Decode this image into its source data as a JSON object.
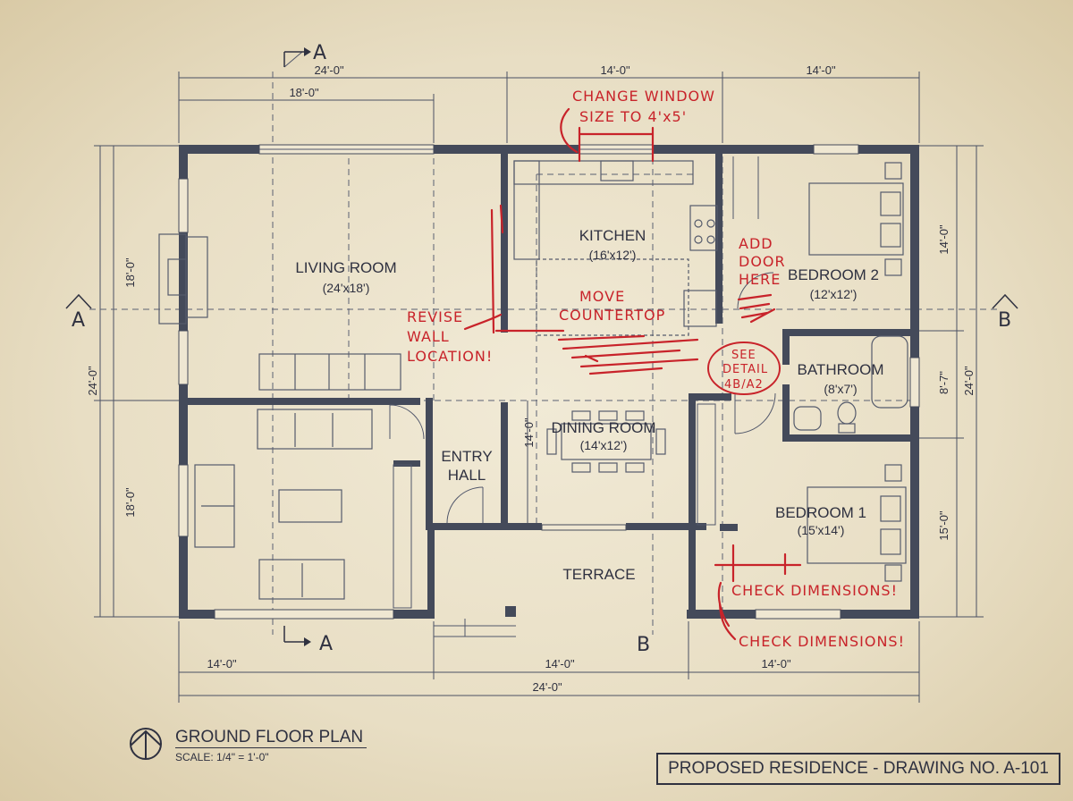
{
  "drawing": {
    "plan_title": "GROUND FLOOR PLAN",
    "scale": "SCALE: 1/4\" = 1'-0\"",
    "title_block": "PROPOSED RESIDENCE - DRAWING NO. A-101"
  },
  "rooms": {
    "living": {
      "name": "LIVING ROOM",
      "size": "(24'x18')"
    },
    "kitchen": {
      "name": "KITCHEN",
      "size": "(16'x12')"
    },
    "bedroom2": {
      "name": "BEDROOM 2",
      "size": "(12'x12')"
    },
    "bathroom": {
      "name": "BATHROOM",
      "size": "(8'x7')"
    },
    "dining": {
      "name": "DINING ROOM",
      "size": "(14'x12')"
    },
    "entry_line1": "ENTRY",
    "entry_line2": "HALL",
    "bedroom1": {
      "name": "BEDROOM 1",
      "size": "(15'x14')"
    },
    "terrace": "TERRACE"
  },
  "dimensions": {
    "top_24": "24'-0\"",
    "top_18": "18'-0\"",
    "top_14a": "14'-0\"",
    "top_14b": "14'-0\"",
    "left_18a": "18'-0\"",
    "left_24": "24'-0\"",
    "left_18b": "18'-0\"",
    "right_14": "14'-0\"",
    "right_87": "8'-7\"",
    "right_24": "24'-0\"",
    "right_15": "15'-0\"",
    "dining_14": "14'-0\"",
    "bottom_14a": "14'-0\"",
    "bottom_14b": "14'-0\"",
    "bottom_14c": "14'-0\"",
    "bottom_24": "24'-0\""
  },
  "section_marks": {
    "a_top": "A",
    "a_bottom": "A",
    "a_left": "A",
    "b_right": "B",
    "b_bottom": "B"
  },
  "annotations": {
    "change_window_1": "CHANGE WINDOW",
    "change_window_2": "SIZE TO 4'x5'",
    "add_door_1": "ADD",
    "add_door_2": "DOOR",
    "add_door_3": "HERE",
    "move_counter_1": "MOVE",
    "move_counter_2": "COUNTERTOP",
    "revise_wall_1": "REVISE",
    "revise_wall_2": "WALL",
    "revise_wall_3": "LOCATION!",
    "see_detail_1": "SEE",
    "see_detail_2": "DETAIL",
    "see_detail_3": "4B/A2",
    "check_dims_1": "CHECK DIMENSIONS!",
    "check_dims_2": "CHECK DIMENSIONS!"
  },
  "colors": {
    "paper": "#e9e0c9",
    "ink": "#2f3140",
    "wall": "#444a5a",
    "redline": "#c8232a"
  }
}
